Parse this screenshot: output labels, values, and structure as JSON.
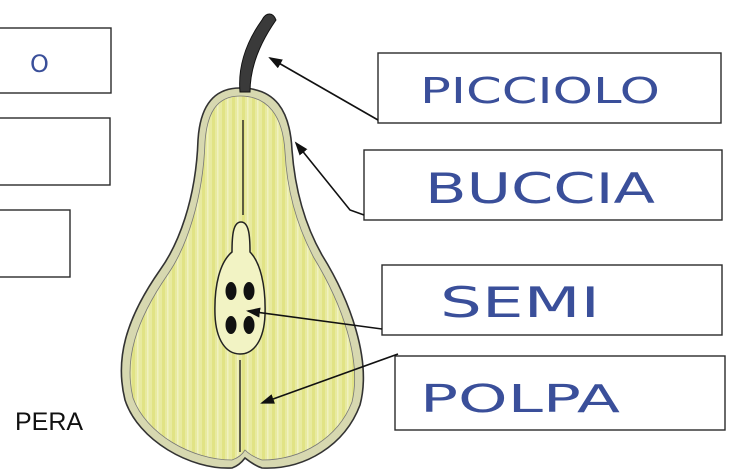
{
  "title": "PERA",
  "labels": {
    "left_top": "O",
    "picciolo": "PICCIOLO",
    "buccia": "BUCCIA",
    "semi": "SEMI",
    "polpa": "POLPA"
  },
  "colors": {
    "flesh": "#e9ec9f",
    "flesh_dark": "#d9dc6c",
    "outline": "#333333",
    "handwriting": "#3a4f9a"
  }
}
